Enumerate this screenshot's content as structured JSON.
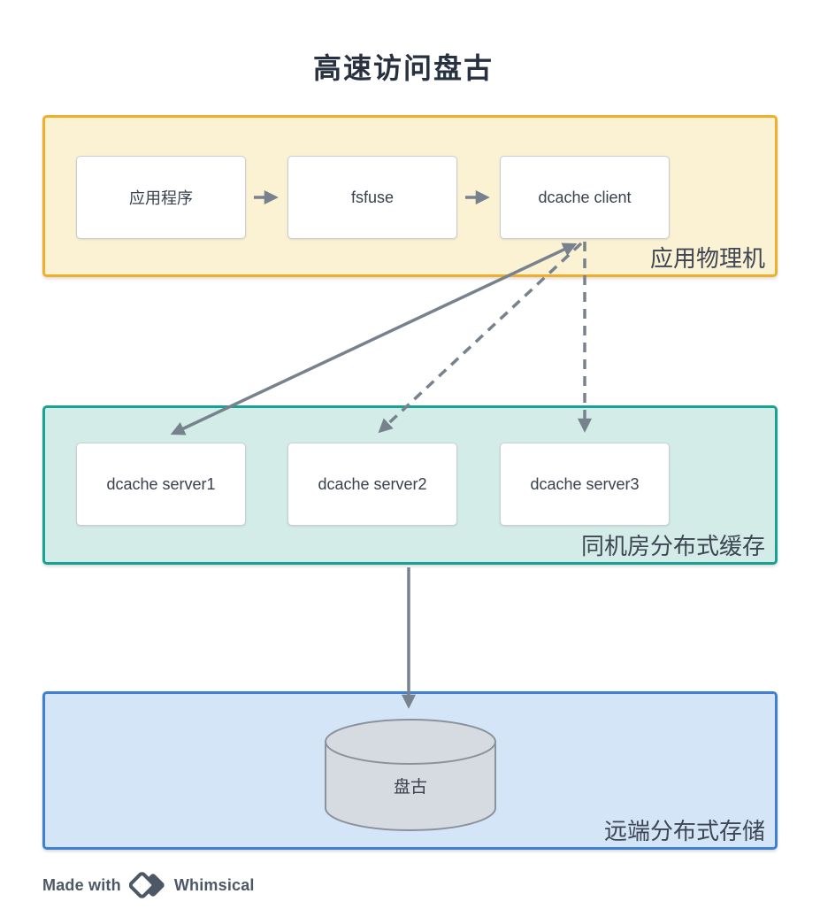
{
  "title": "高速访问盘古",
  "groups": [
    {
      "label": "应用物理机",
      "border_color": "#EFAF2B",
      "fill_color": "#FBF1D3"
    },
    {
      "label": "同机房分布式缓存",
      "border_color": "#17A294",
      "fill_color": "#D4ECE7"
    },
    {
      "label": "远端分布式存储",
      "border_color": "#3E80D3",
      "fill_color": "#D5E5F8"
    }
  ],
  "nodes": {
    "app": {
      "label": "应用程序"
    },
    "fsfuse": {
      "label": "fsfuse"
    },
    "client": {
      "label": "dcache client"
    },
    "server1": {
      "label": "dcache server1"
    },
    "server2": {
      "label": "dcache server2"
    },
    "server3": {
      "label": "dcache server3"
    },
    "pangu": {
      "label": "盘古"
    }
  },
  "edges": [
    {
      "from": "应用程序",
      "to": "fsfuse",
      "style": "solid",
      "arrows": "forward"
    },
    {
      "from": "fsfuse",
      "to": "dcache client",
      "style": "solid",
      "arrows": "forward"
    },
    {
      "from": "dcache client",
      "to": "dcache server1",
      "style": "solid",
      "arrows": "both"
    },
    {
      "from": "dcache client",
      "to": "dcache server2",
      "style": "dashed",
      "arrows": "forward"
    },
    {
      "from": "dcache client",
      "to": "dcache server3",
      "style": "dashed",
      "arrows": "forward"
    },
    {
      "from": "同机房分布式缓存",
      "to": "盘古",
      "style": "solid",
      "arrows": "forward"
    }
  ],
  "footer": {
    "made_with": "Made with",
    "brand": "Whimsical"
  },
  "colors": {
    "arrow": "#78828E",
    "node_border": "#C7CED7",
    "title_text": "#273140",
    "group_label_text": "#3E4654",
    "cylinder_fill": "#D5DBE0",
    "cylinder_border": "#8A929C",
    "footer_text": "#4D5866"
  }
}
